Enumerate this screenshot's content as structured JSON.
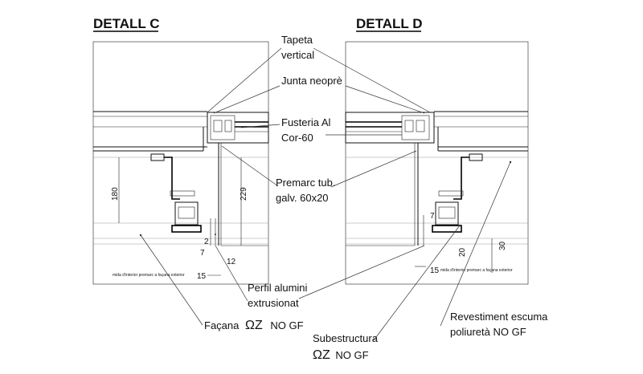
{
  "details": {
    "c_title": "DETALL C",
    "d_title": "DETALL D"
  },
  "labels": {
    "tapeta_1": "Tapeta",
    "tapeta_2": "vertical",
    "junta": "Junta neoprè",
    "fusteria_1": "Fusteria Al",
    "fusteria_2": "Cor-60",
    "premarc_1": "Premarc tub.",
    "premarc_2": "galv. 60x20",
    "perfil_1": "Perfil alumini",
    "perfil_2": "extrusionat",
    "facana_a": "Façana",
    "facana_omega": "ΩZ",
    "facana_b": "NO GF",
    "subestructura_1": "Subestructura",
    "subestructura_omega": "ΩZ",
    "subestructura_2": "NO GF",
    "revestiment_1": "Revestiment escuma",
    "revestiment_2": "poliuretà NO GF"
  },
  "dimensions": {
    "c_180": "180",
    "c_229": "229",
    "c_2": "2",
    "c_7": "7",
    "c_12": "12",
    "c_15": "15",
    "c_note": "mida d'interior premarc a façana exterior",
    "d_7": "7",
    "d_30": "30",
    "d_20": "20",
    "d_15": "15",
    "d_note": "mida d'interior premarc a façana exterior"
  }
}
